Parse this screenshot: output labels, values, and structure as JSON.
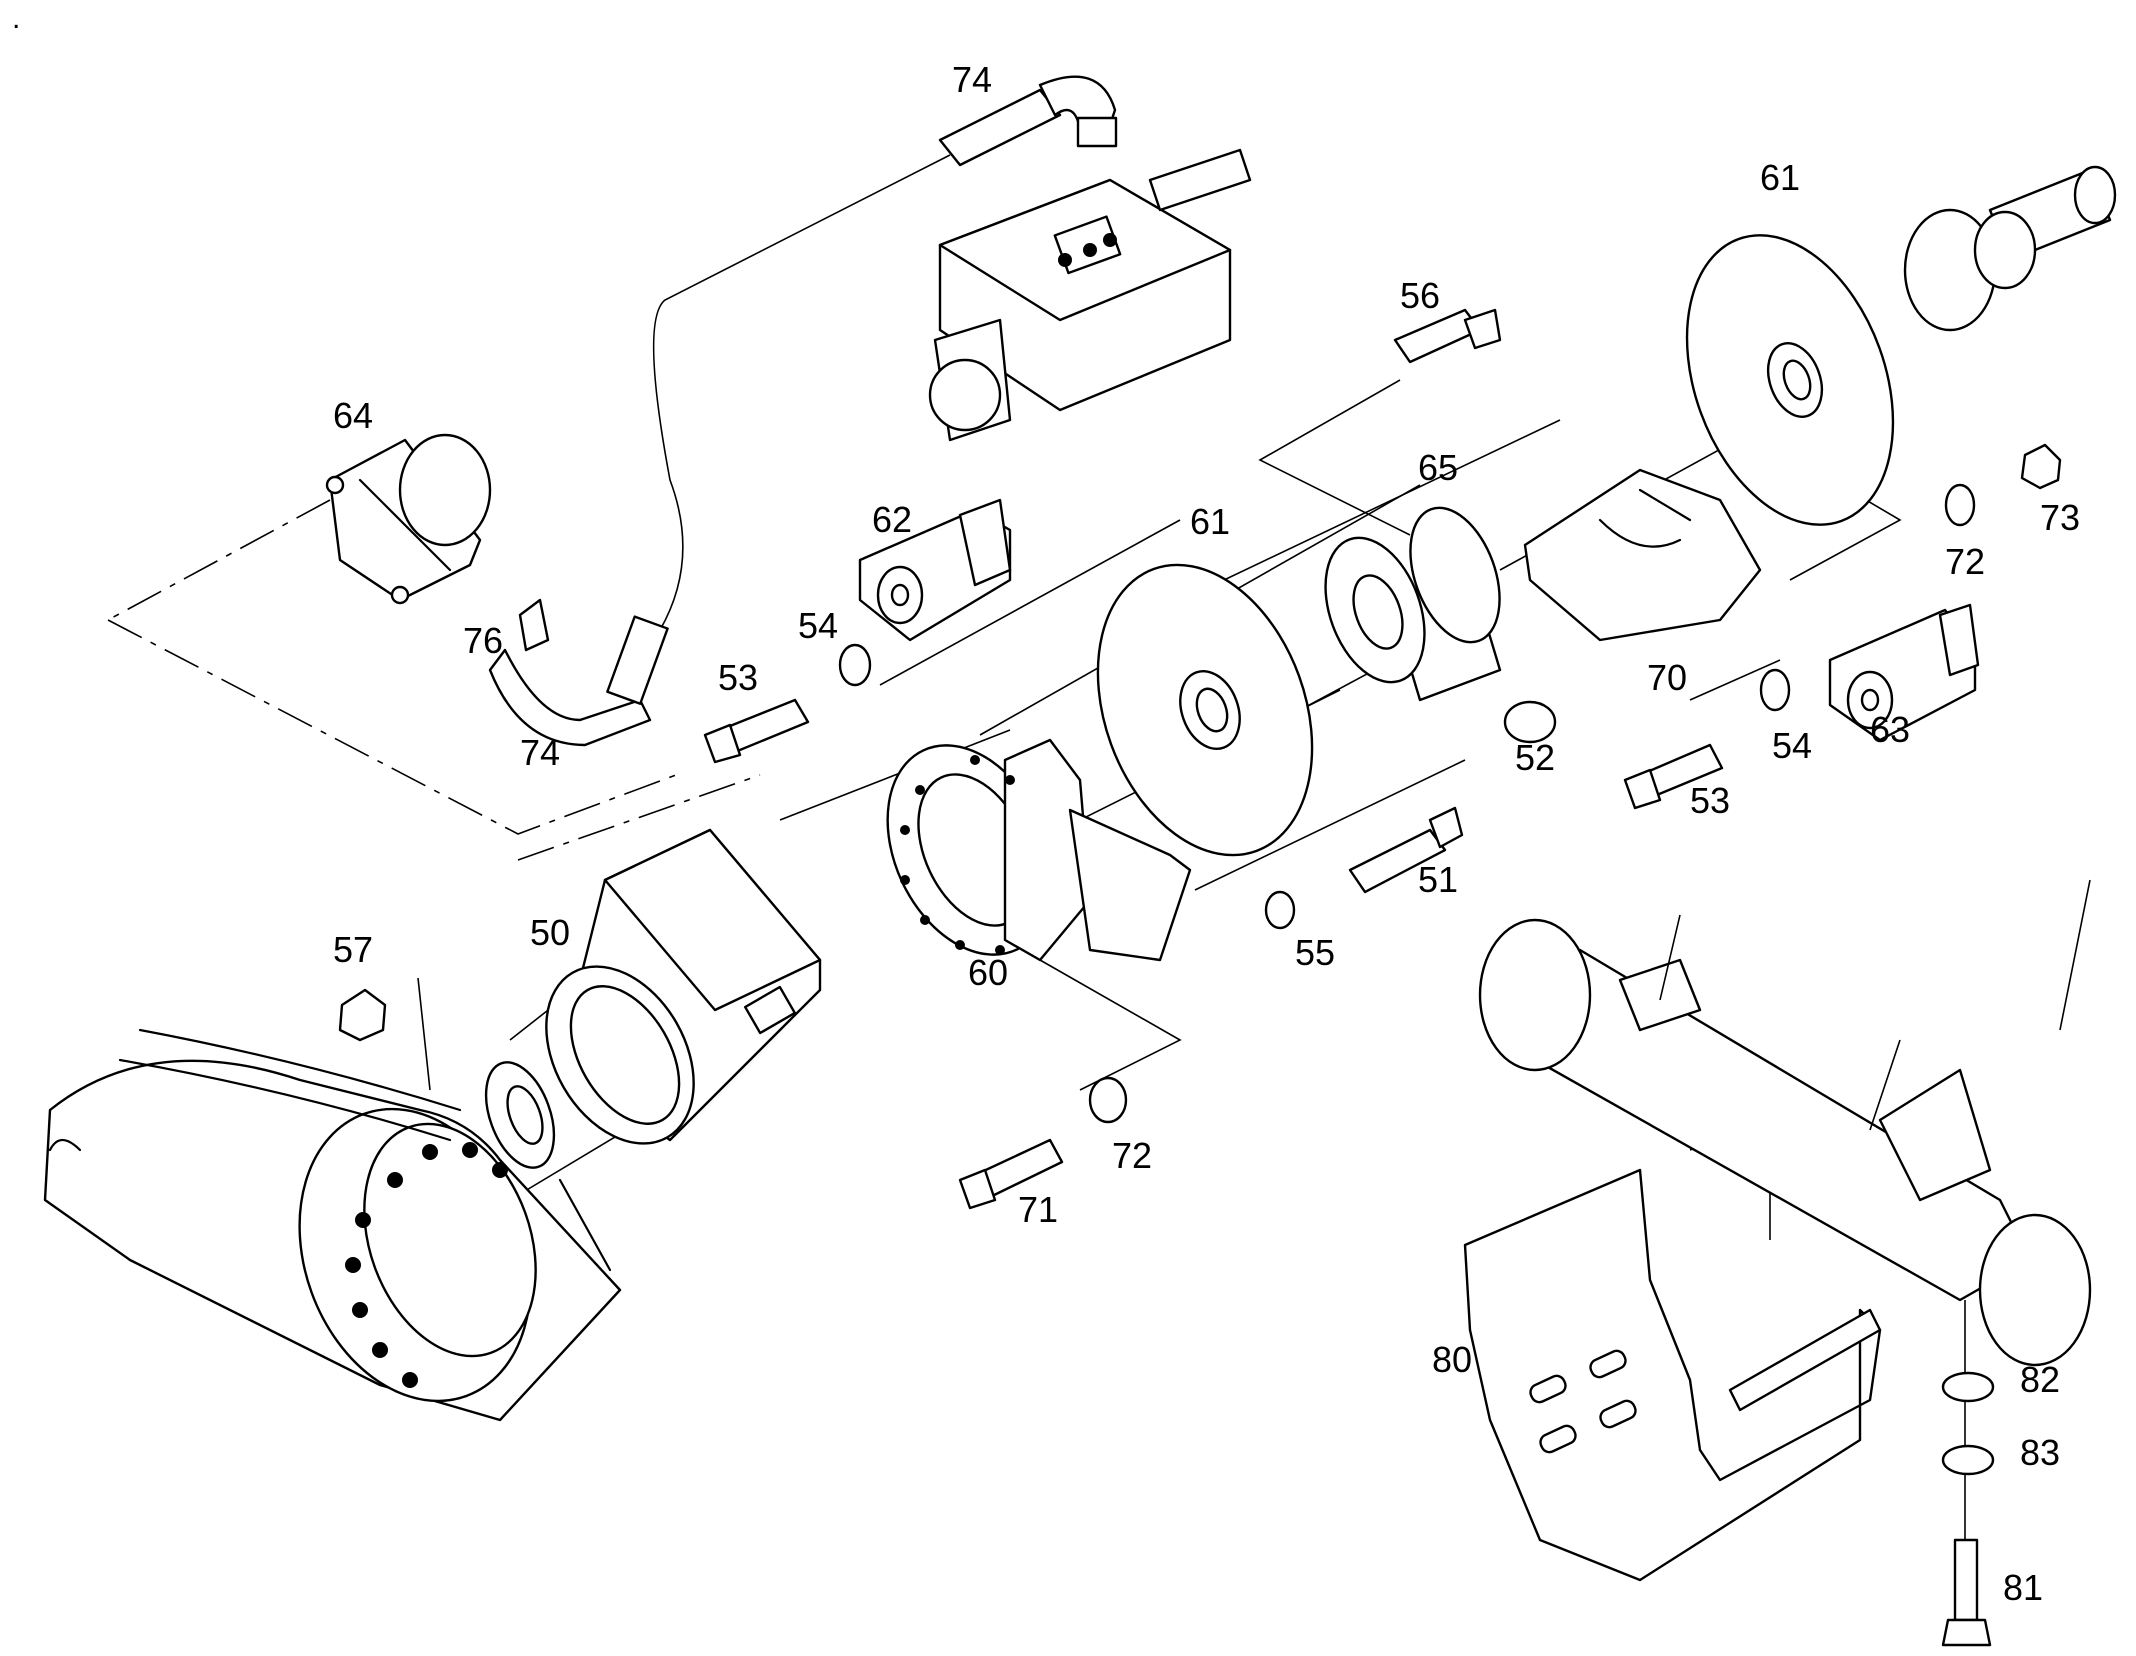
{
  "diagram": {
    "corner_mark": ".",
    "callouts": {
      "c50": "50",
      "c51": "51",
      "c52": "52",
      "c53a": "53",
      "c53b": "53",
      "c54a": "54",
      "c54b": "54",
      "c55": "55",
      "c56": "56",
      "c57": "57",
      "c60": "60",
      "c61a": "61",
      "c61b": "61",
      "c62": "62",
      "c63": "63",
      "c64": "64",
      "c65": "65",
      "c70": "70",
      "c71": "71",
      "c72a": "72",
      "c72b": "72",
      "c73": "73",
      "c74a": "74",
      "c74b": "74",
      "c76": "76",
      "c80": "80",
      "c81": "81",
      "c82": "82",
      "c83": "83"
    }
  }
}
